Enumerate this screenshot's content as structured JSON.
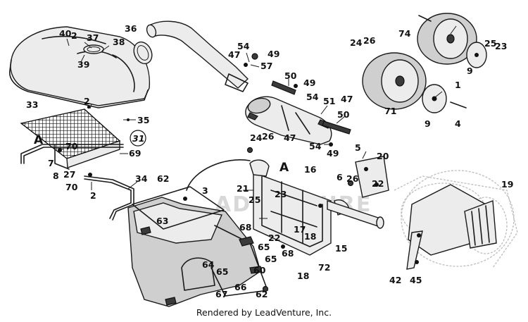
{
  "diagram": {
    "callouts": [
      "40",
      "2",
      "37",
      "38",
      "39",
      "36",
      "2",
      "35",
      "33",
      "31",
      "69",
      "70",
      "7",
      "8",
      "27",
      "70",
      "2",
      "34",
      "62",
      "3",
      "63",
      "64",
      "65",
      "66",
      "67",
      "62",
      "60",
      "54",
      "49",
      "57",
      "47",
      "50",
      "49",
      "54",
      "51",
      "47",
      "50",
      "47",
      "54",
      "49",
      "24",
      "26",
      "21",
      "16",
      "23",
      "25",
      "68",
      "65",
      "22",
      "17",
      "18",
      "68",
      "15",
      "72",
      "18",
      "65",
      "6",
      "26",
      "22",
      "20",
      "5",
      "19",
      "42",
      "45",
      "74",
      "24",
      "26",
      "25",
      "23",
      "9",
      "1",
      "71",
      "9",
      "4"
    ],
    "section_labels": [
      "A",
      "A"
    ],
    "watermark": "ADVENTURE",
    "footer": "Rendered by LeadVenture, Inc."
  }
}
